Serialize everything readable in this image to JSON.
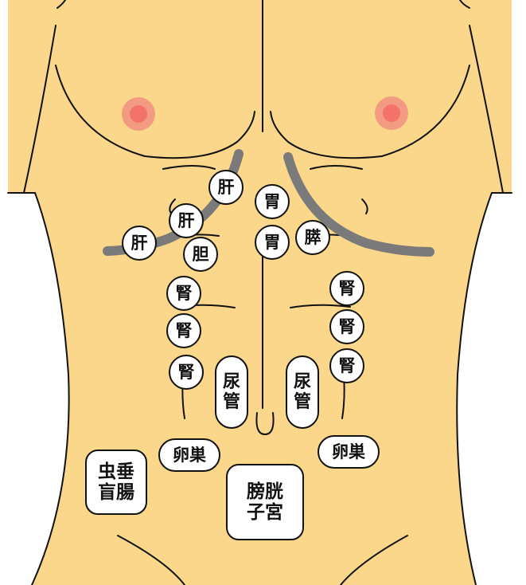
{
  "colors": {
    "skin": "#fad78a",
    "outline": "#111111",
    "nipple": "#f39a82",
    "nipple_core": "#f3736a",
    "rib_line": "#7a7a7a"
  },
  "labels": {
    "liver_1": "肝",
    "liver_2": "肝",
    "liver_3": "肝",
    "gallbladder": "胆",
    "stomach_1": "胃",
    "stomach_2": "胃",
    "pancreas": "膵",
    "kidney_right_1": "腎",
    "kidney_right_2": "腎",
    "kidney_right_3": "腎",
    "kidney_left_1": "腎",
    "kidney_left_2": "腎",
    "kidney_left_3": "腎",
    "ureter_right": "尿\n管",
    "ureter_left": "尿\n管",
    "ovary_right": "卵巣",
    "ovary_left": "卵巣",
    "appendix": "虫垂\n盲腸",
    "bladder_uterus": "膀胱\n子宮"
  }
}
